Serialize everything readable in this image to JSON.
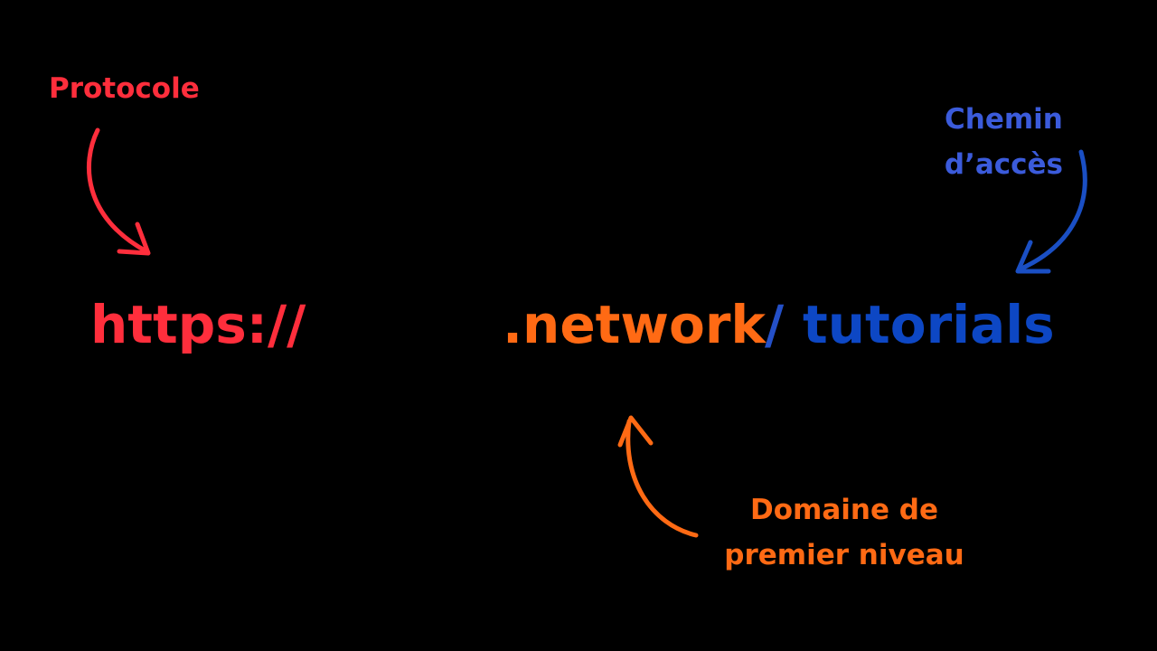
{
  "labels": {
    "protocol": "Protocole",
    "path_line1": "Chemin",
    "path_line2": "d’accès",
    "tld_line1": "Domaine de",
    "tld_line2": "premier niveau"
  },
  "url": {
    "protocol": "https://",
    "domain": ".network",
    "separator": "/",
    "path": "tutorials"
  },
  "colors": {
    "protocol": "#ff2e3c",
    "domain": "#ff6a14",
    "path": "#0d47c4",
    "path_label": "#3b5bdb"
  }
}
